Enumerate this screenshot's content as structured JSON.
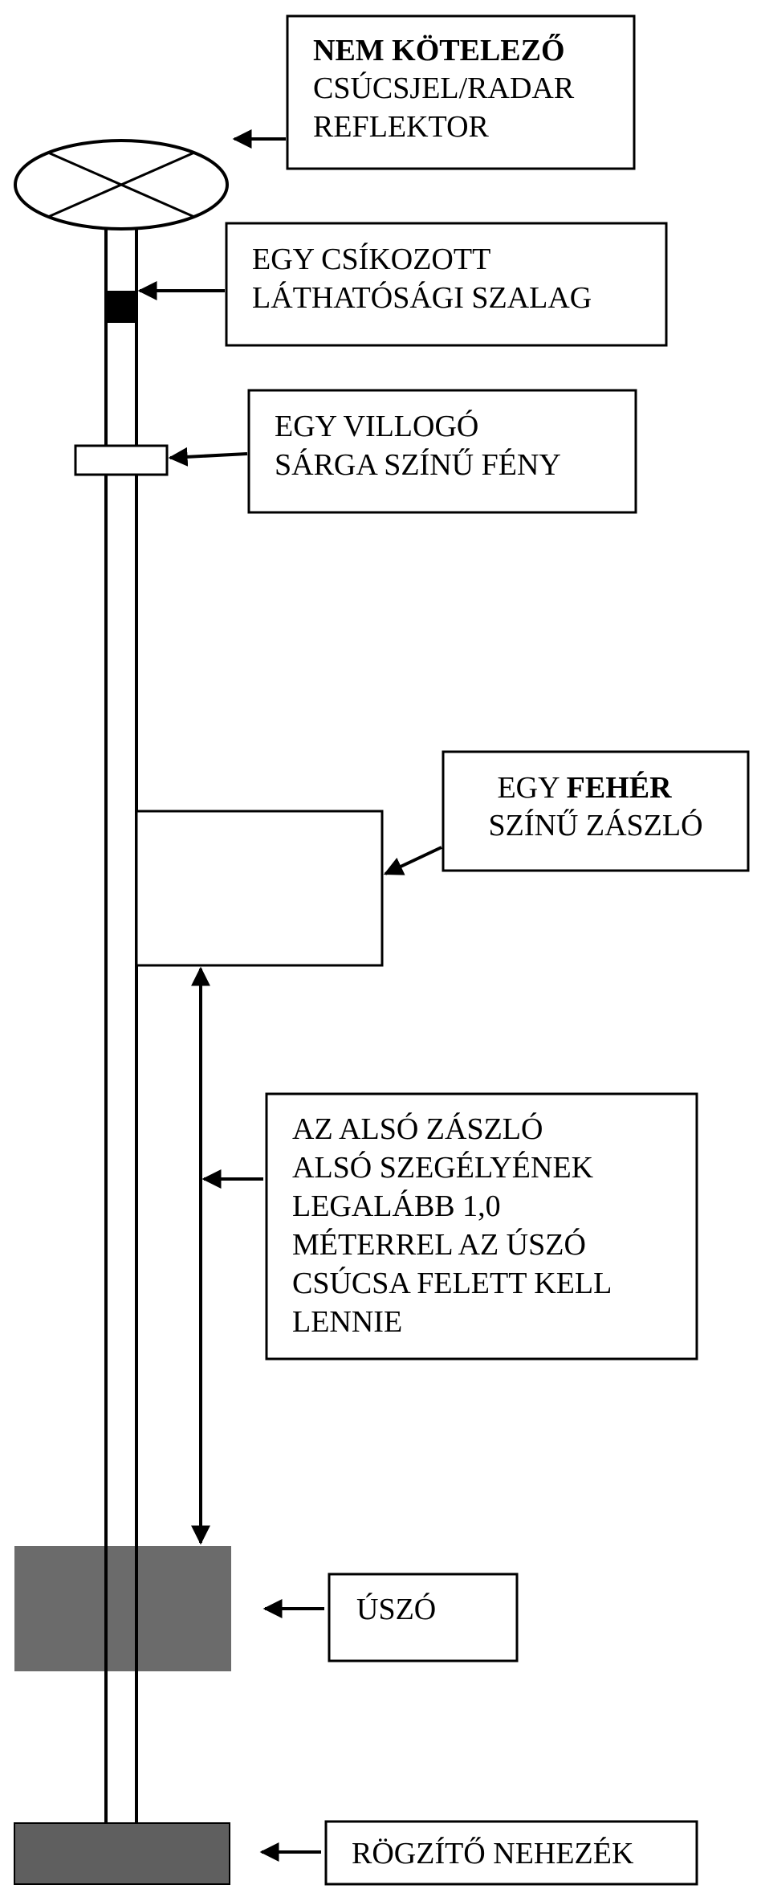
{
  "labels": {
    "topmark": {
      "line1": "NEM KÖTELEZŐ",
      "line2": "CSÚCSJEL/RADAR",
      "line3": "REFLEKTOR"
    },
    "tape": {
      "line1": "EGY CSÍKOZOTT",
      "line2": "LÁTHATÓSÁGI SZALAG"
    },
    "light": {
      "line1": "EGY VILLOGÓ",
      "line2": "SÁRGA SZÍNŰ FÉNY"
    },
    "flag": {
      "line1_prefix": "EGY ",
      "line1_bold": "FEHÉR",
      "line2": "SZÍNŰ ZÁSZLÓ"
    },
    "clearance": {
      "lines": [
        "AZ ALSÓ ZÁSZLÓ",
        "ALSÓ SZEGÉLYÉNEK",
        "LEGALÁBB 1,0",
        "MÉTERREL AZ ÚSZÓ",
        "CSÚCSA FELETT KELL",
        "LENNIE"
      ]
    },
    "float": {
      "line1": "ÚSZÓ"
    },
    "weight": {
      "line1": "RÖGZÍTŐ NEHEZÉK"
    }
  },
  "colors": {
    "float_fill": "#6b6b6b",
    "weight_fill": "#5f5f5f",
    "tape_fill": "#000000"
  }
}
